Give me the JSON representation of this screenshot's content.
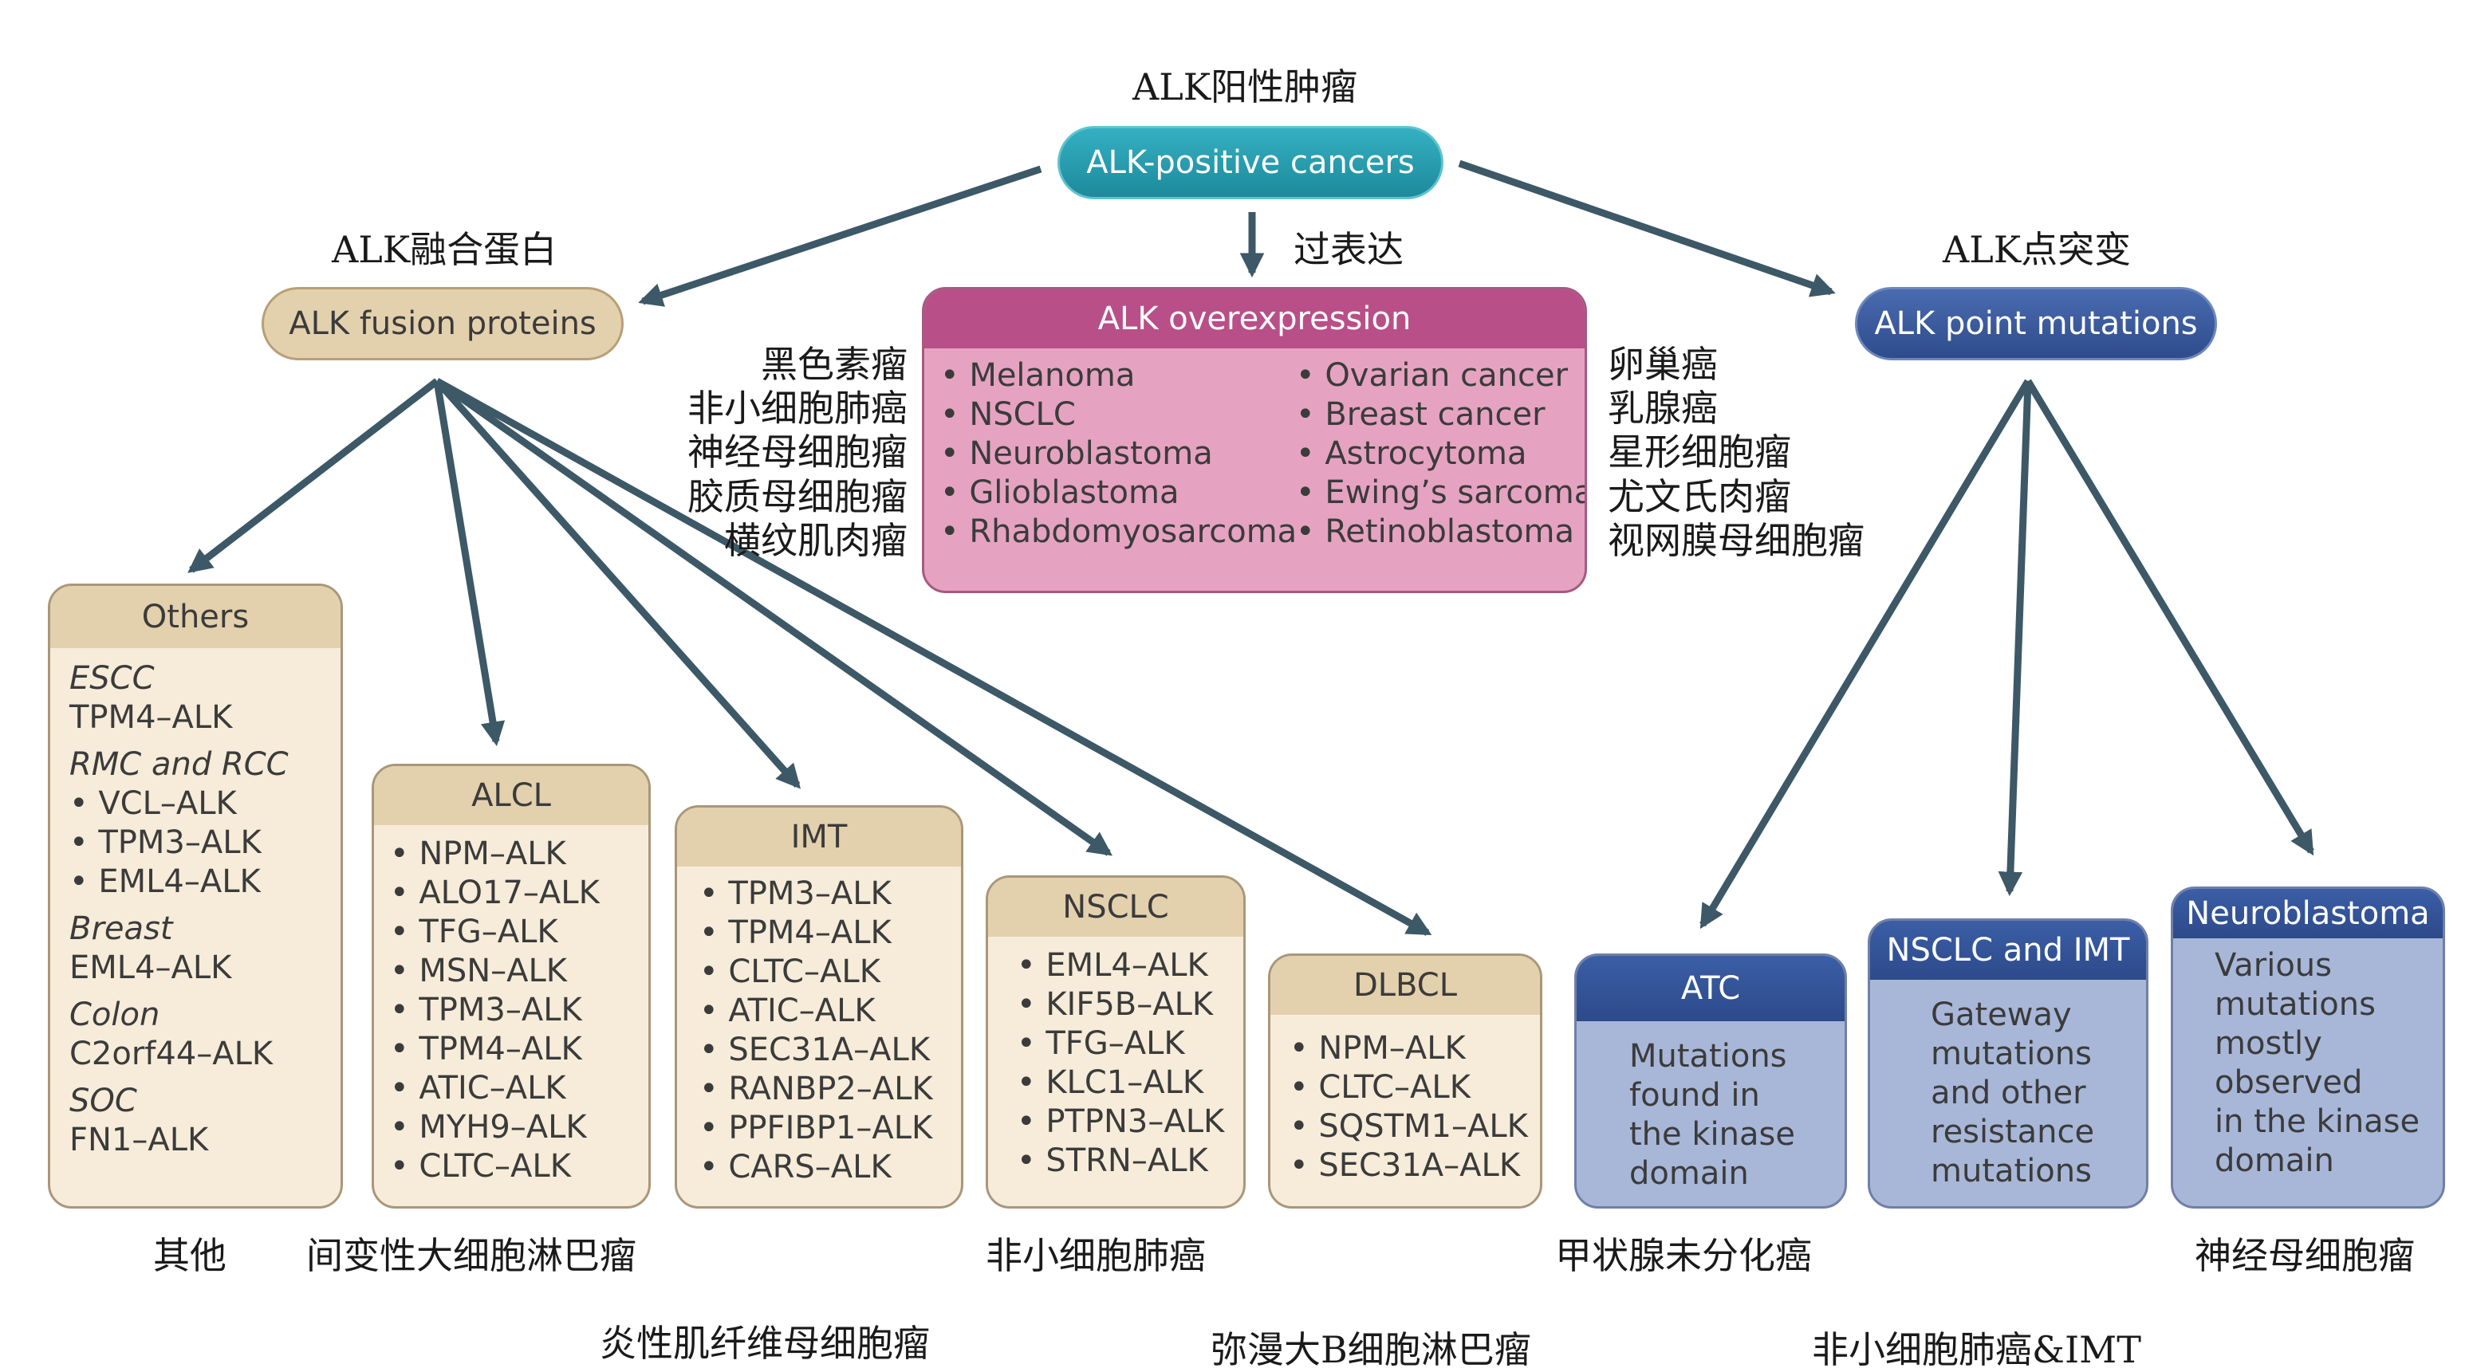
{
  "root": {
    "label": "ALK-positive cancers",
    "cn": "ALK阳性肿瘤"
  },
  "fusion": {
    "label": "ALK fusion proteins",
    "cn": "ALK融合蛋白"
  },
  "overexpression": {
    "arrow_cn": "过表达",
    "header": "ALK overexpression",
    "left_items": [
      "Melanoma",
      "NSCLC",
      "Neuroblastoma",
      "Glioblastoma",
      "Rhabdomyosarcoma"
    ],
    "right_items": [
      "Ovarian cancer",
      "Breast cancer",
      "Astrocytoma",
      "Ewing’s sarcoma",
      "Retinoblastoma"
    ],
    "left_cn": [
      "黑色素瘤",
      "非小细胞肺癌",
      "神经母细胞瘤",
      "胶质母细胞瘤",
      "横纹肌肉瘤"
    ],
    "right_cn": [
      "卵巢癌",
      "乳腺癌",
      "星形细胞瘤",
      "尤文氏肉瘤",
      "视网膜母细胞瘤"
    ]
  },
  "point": {
    "label": "ALK point mutations",
    "cn": "ALK点突变"
  },
  "others": {
    "header": "Others",
    "escc_title": "ESCC",
    "escc_item": "TPM4–ALK",
    "rmc_title": "RMC and RCC",
    "rmc_items": [
      "VCL–ALK",
      "TPM3–ALK",
      "EML4–ALK"
    ],
    "breast_title": "Breast",
    "breast_item": "EML4–ALK",
    "colon_title": "Colon",
    "colon_item": "C2orf44–ALK",
    "soc_title": "SOC",
    "soc_item": "FN1–ALK",
    "cn": "其他"
  },
  "alcl": {
    "header": "ALCL",
    "items": [
      "NPM–ALK",
      "ALO17–ALK",
      "TFG–ALK",
      "MSN–ALK",
      "TPM3–ALK",
      "TPM4–ALK",
      "ATIC–ALK",
      "MYH9–ALK",
      "CLTC–ALK"
    ],
    "cn": "间变性大细胞淋巴瘤"
  },
  "imt": {
    "header": "IMT",
    "items": [
      "TPM3–ALK",
      "TPM4–ALK",
      "CLTC–ALK",
      "ATIC–ALK",
      "SEC31A–ALK",
      "RANBP2–ALK",
      "PPFIBP1–ALK",
      "CARS–ALK"
    ],
    "cn": "炎性肌纤维母细胞瘤"
  },
  "nsclc": {
    "header": "NSCLC",
    "items": [
      "EML4–ALK",
      "KIF5B–ALK",
      "TFG–ALK",
      "KLC1–ALK",
      "PTPN3–ALK",
      "STRN–ALK"
    ],
    "cn": "非小细胞肺癌"
  },
  "dlbcl": {
    "header": "DLBCL",
    "items": [
      "NPM–ALK",
      "CLTC–ALK",
      "SQSTM1–ALK",
      "SEC31A–ALK"
    ],
    "cn": "弥漫大B细胞淋巴瘤"
  },
  "atc": {
    "header": "ATC",
    "lines": [
      "Mutations",
      "found in",
      "the kinase",
      "domain"
    ],
    "cn": "甲状腺未分化癌"
  },
  "nsclc_imt": {
    "header": "NSCLC and IMT",
    "lines": [
      "Gateway",
      "mutations",
      "and other",
      "resistance",
      "mutations"
    ],
    "cn": "非小细胞肺癌&IMT"
  },
  "neuro": {
    "header": "Neuroblastoma",
    "lines": [
      "Various",
      "mutations",
      "mostly",
      "observed",
      "in the kinase",
      "domain"
    ],
    "cn": "神经母细胞瘤"
  },
  "colors": {
    "arrow": "#3d5866",
    "teal": "#1d8a9b",
    "tan": "#e3d0ad",
    "navy": "#2d4a8a",
    "magenta": "#b94f88",
    "pink": "#e5a3c1"
  }
}
